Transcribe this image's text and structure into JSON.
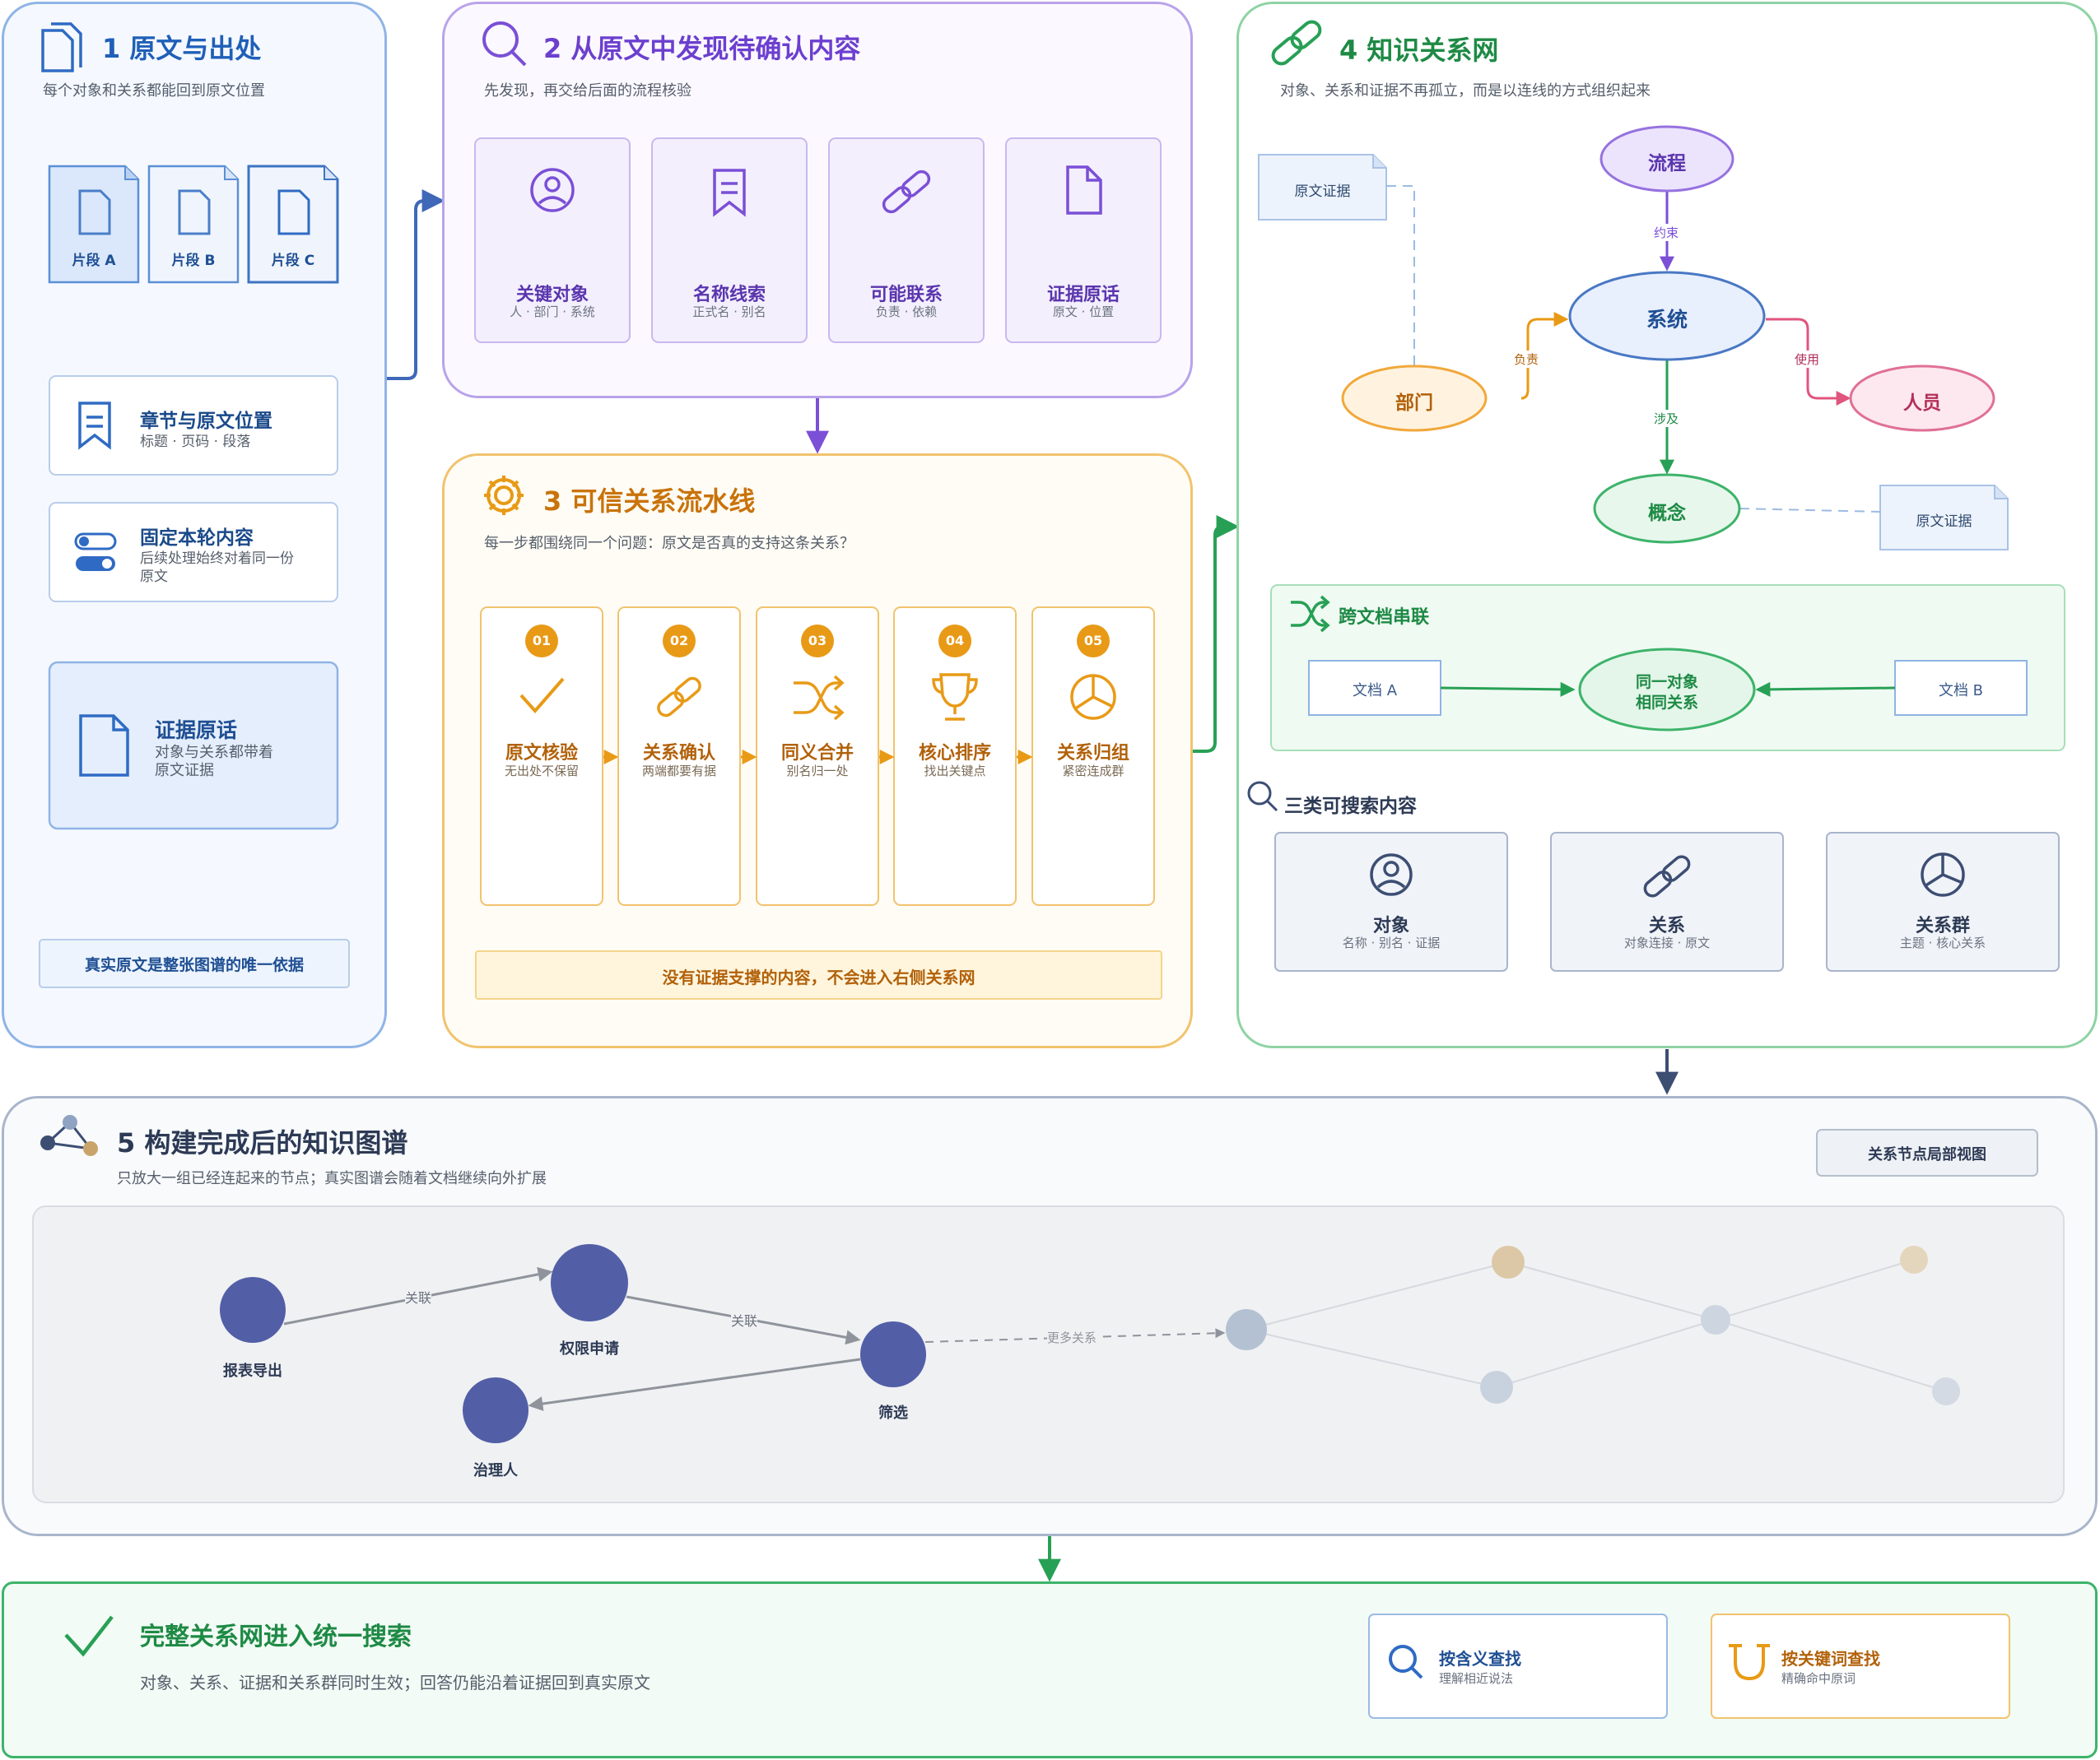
{
  "colors": {
    "blue": "#2f6bc4",
    "purple": "#7b4fd6",
    "orange": "#e89a16",
    "green": "#27a055",
    "slate": "#3d4e73",
    "node": "#525fa7",
    "red": "#e0557e"
  },
  "panel1": {
    "title": "1 原文与出处",
    "subtitle": "每个对象和关系都能回到原文位置",
    "fragments": [
      "片段 A",
      "片段 B",
      "片段 C"
    ],
    "chapter": {
      "title": "章节与原文位置",
      "desc": "标题 · 页码 · 段落"
    },
    "fixed": {
      "title": "固定本轮内容",
      "desc1": "后续处理始终对着同一份",
      "desc2": "原文"
    },
    "evidence": {
      "title": "证据原话",
      "desc1": "对象与关系都带着",
      "desc2": "原文证据"
    },
    "footer": "真实原文是整张图谱的唯一依据"
  },
  "panel2": {
    "title": "2 从原文中发现待确认内容",
    "subtitle": "先发现，再交给后面的流程核验",
    "cards": [
      {
        "title": "关键对象",
        "desc": "人 · 部门 · 系统",
        "icon": "user-icon"
      },
      {
        "title": "名称线索",
        "desc": "正式名 · 别名",
        "icon": "bookmark-icon"
      },
      {
        "title": "可能联系",
        "desc": "负责 · 依赖",
        "icon": "link-icon"
      },
      {
        "title": "证据原话",
        "desc": "原文 · 位置",
        "icon": "document-icon"
      }
    ]
  },
  "panel3": {
    "title": "3 可信关系流水线",
    "subtitle": "每一步都围绕同一个问题：原文是否真的支持这条关系？",
    "steps": [
      {
        "num": "01",
        "title": "原文核验",
        "desc": "无出处不保留",
        "icon": "check-icon"
      },
      {
        "num": "02",
        "title": "关系确认",
        "desc": "两端都要有据",
        "icon": "link-icon"
      },
      {
        "num": "03",
        "title": "同义合并",
        "desc": "别名归一处",
        "icon": "shuffle-icon"
      },
      {
        "num": "04",
        "title": "核心排序",
        "desc": "找出关键点",
        "icon": "trophy-icon"
      },
      {
        "num": "05",
        "title": "关系归组",
        "desc": "紧密连成群",
        "icon": "pie-icon"
      }
    ],
    "footer": "没有证据支撑的内容，不会进入右侧关系网"
  },
  "panel4": {
    "title": "4 知识关系网",
    "subtitle": "对象、关系和证据不再孤立，而是以连线的方式组织起来",
    "nodes": {
      "process": "流程",
      "system": "系统",
      "dept": "部门",
      "person": "人员",
      "concept": "概念"
    },
    "evidence_label": "原文证据",
    "edges": {
      "constrain": "约束",
      "responsible": "负责",
      "use": "使用",
      "involve": "涉及"
    },
    "cross": {
      "title": "跨文档串联",
      "docA": "文档 A",
      "docB": "文档 B",
      "same1": "同一对象",
      "same2": "相同关系"
    },
    "search": {
      "title": "三类可搜索内容",
      "items": [
        {
          "title": "对象",
          "desc": "名称 · 别名 · 证据",
          "icon": "user-icon"
        },
        {
          "title": "关系",
          "desc": "对象连接 · 原文",
          "icon": "link-icon"
        },
        {
          "title": "关系群",
          "desc": "主题 · 核心关系",
          "icon": "pie-icon"
        }
      ]
    }
  },
  "panel5": {
    "title": "5 构建完成后的知识图谱",
    "subtitle": "只放大一组已经连起来的节点；真实图谱会随着文档继续向外扩展",
    "badge": "关系节点局部视图",
    "nodes": [
      "报表导出",
      "权限申请",
      "筛选",
      "治理人"
    ],
    "edge_label": "关联",
    "more": "更多关系"
  },
  "panel6": {
    "title": "完整关系网进入统一搜索",
    "subtitle": "对象、关系、证据和关系群同时生效；回答仍能沿着证据回到真实原文",
    "semantic": {
      "title": "按含义查找",
      "desc": "理解相近说法"
    },
    "keyword": {
      "title": "按关键词查找",
      "desc": "精确命中原词"
    }
  }
}
